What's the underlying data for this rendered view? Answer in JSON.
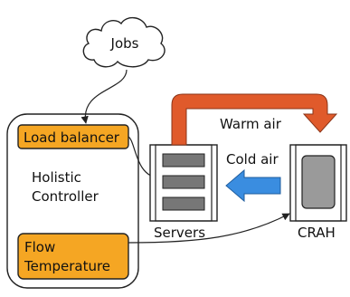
{
  "labels": {
    "jobs": "Jobs",
    "load_balancer": "Load balancer",
    "controller_line1": "Holistic",
    "controller_line2": "Controller",
    "flow": "Flow",
    "temperature": "Temperature",
    "warm_air": "Warm air",
    "cold_air": "Cold air",
    "servers": "Servers",
    "crah": "CRAH"
  },
  "colors": {
    "orange_box": "#f5a623",
    "warm_arrow": "#e05a2b",
    "cold_arrow": "#3a8de0",
    "outline": "#222222",
    "crah_panel": "#9a9a9a",
    "server_slot": "#777777"
  }
}
